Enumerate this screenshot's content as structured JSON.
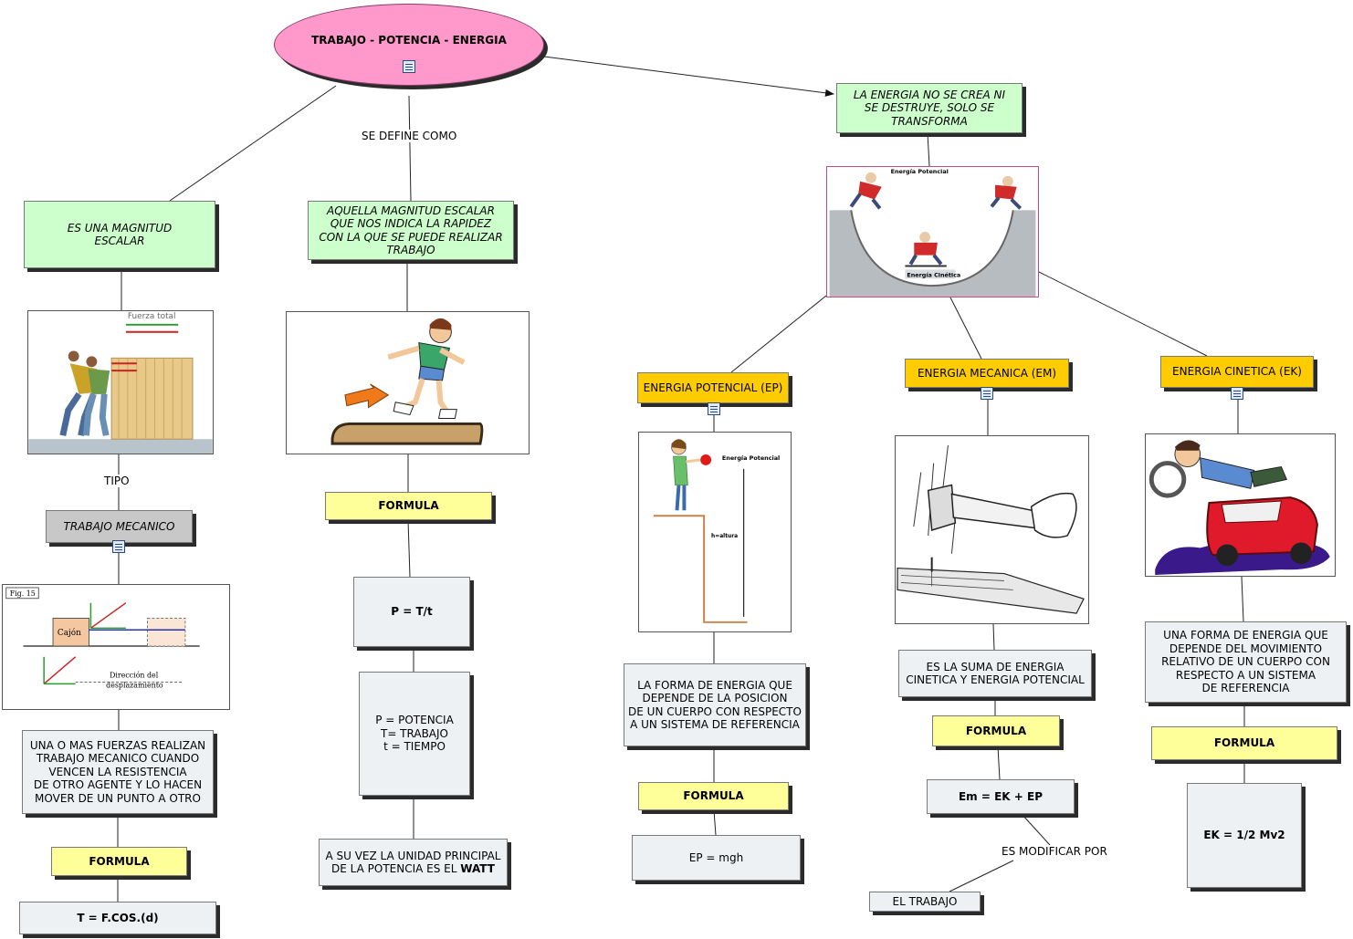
{
  "title": "TRABAJO - POTENCIA - ENERGIA",
  "labels": {
    "se_define_como": "SE DEFINE COMO",
    "tipo": "TIPO",
    "es_modificar_por": "ES MODIFICAR POR"
  },
  "nodes": {
    "magnitud_escalar": "ES UNA MAGNITUD\nESCALAR",
    "potencia_def": "AQUELLA MAGNITUD ESCALAR\nQUE NOS INDICA LA RAPIDEZ\nCON LA QUE SE PUEDE REALIZAR\nTRABAJO",
    "conservacion": "LA ENERGIA NO SE CREA NI\nSE DESTRUYE, SOLO SE\nTRANSFORMA",
    "trabajo_mecanico": "TRABAJO MECANICO",
    "trabajo_def": "UNA O MAS FUERZAS REALIZAN\nTRABAJO MECANICO CUANDO\nVENCEN LA RESISTENCIA\nDE OTRO AGENTE Y LO HACEN\nMOVER DE UN PUNTO A OTRO",
    "formula_trabajo_label": "FORMULA",
    "formula_trabajo": "T = F.COS.(d)",
    "formula_potencia_label": "FORMULA",
    "formula_potencia": "P = T/t",
    "potencia_vars": "P = POTENCIA\nT= TRABAJO\nt = TIEMPO",
    "watt_prefix": "A SU VEZ LA UNIDAD PRINCIPAL\nDE LA POTENCIA ES EL ",
    "watt_bold": "WATT",
    "ep_title": "ENERGIA POTENCIAL (EP)",
    "em_title": "ENERGIA MECANICA (EM)",
    "ek_title": "ENERGIA CINETICA (EK)",
    "ep_def": "LA FORMA DE ENERGIA QUE\nDEPENDE DE LA POSICION\nDE UN CUERPO CON RESPECTO\nA UN SISTEMA DE REFERENCIA",
    "ep_formula_label": "FORMULA",
    "ep_formula": "EP = mgh",
    "em_def": "ES LA SUMA DE ENERGIA\nCINETICA Y ENERGIA POTENCIAL",
    "em_formula_label": "FORMULA",
    "em_formula": "Em = EK + EP",
    "el_trabajo": "EL TRABAJO",
    "ek_def": "UNA FORMA DE ENERGIA QUE\nDEPENDE DEL MOVIMIENTO\nRELATIVO DE UN CUERPO CON\nRESPECTO A UN SISTEMA\nDE REFERENCIA",
    "ek_formula_label": "FORMULA",
    "ek_formula": "EK = 1/2 Mv2"
  },
  "images": {
    "fuerza_total": "Fuerza total",
    "fig15": "Fig. 15",
    "cajon": "Cajón",
    "direccion": "Dirección del",
    "desplazamiento": "desplazamiento",
    "energia_potencial": "Energía Potencial",
    "energia_cinetica": "Energía Cinética",
    "h_altura": "h=altura"
  },
  "colors": {
    "ellipse": "#ff99cc",
    "green": "#ccffcc",
    "yellow": "#ffff99",
    "orange": "#ffcc00",
    "gray": "#c8c8c8",
    "light": "#eef1f4"
  }
}
